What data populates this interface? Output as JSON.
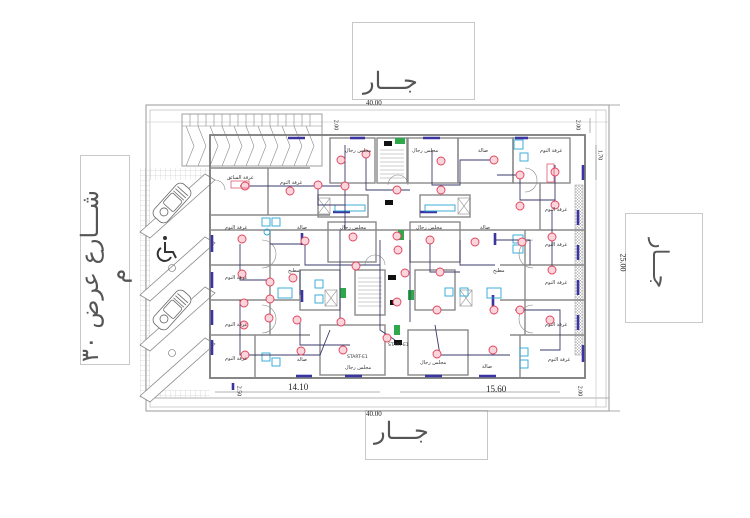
{
  "drawing": {
    "type": "architectural-floor-plan",
    "neighbors": {
      "top": "جـــار",
      "bottom": "جـــار",
      "right": "جـــار"
    },
    "street_label": "شـــارع عرض ٣٠ م",
    "dimensions": {
      "top_total": "40.00",
      "bottom_total": "40.00",
      "right_total": "25.00",
      "bottom_left_segment": "14.10",
      "bottom_right_segment": "15.60",
      "setback_top": "2.00",
      "setback_bottom_left": "2.50",
      "setback_bottom_right": "2.00",
      "setback_right_small": "1.70"
    },
    "rooms": {
      "driver_room": "غرفة السائق",
      "bedroom": "غرفة النوم",
      "men_majlis": "مجلس رجال",
      "living": "صالة",
      "kitchen": "مطبخ",
      "start_tag": "START-E1"
    },
    "symbols": {
      "accessible": "wheelchair-icon",
      "car": "car-icon",
      "stairs": "stairs",
      "light_fixture": "light-point"
    },
    "colors": {
      "walls": "#8a8a8a",
      "windows": "#3a35a0",
      "fixtures": "#e0405a",
      "sanitary": "#2aa7d6",
      "panel": "#2ea84a",
      "wiring": "#3a3a6a"
    }
  }
}
